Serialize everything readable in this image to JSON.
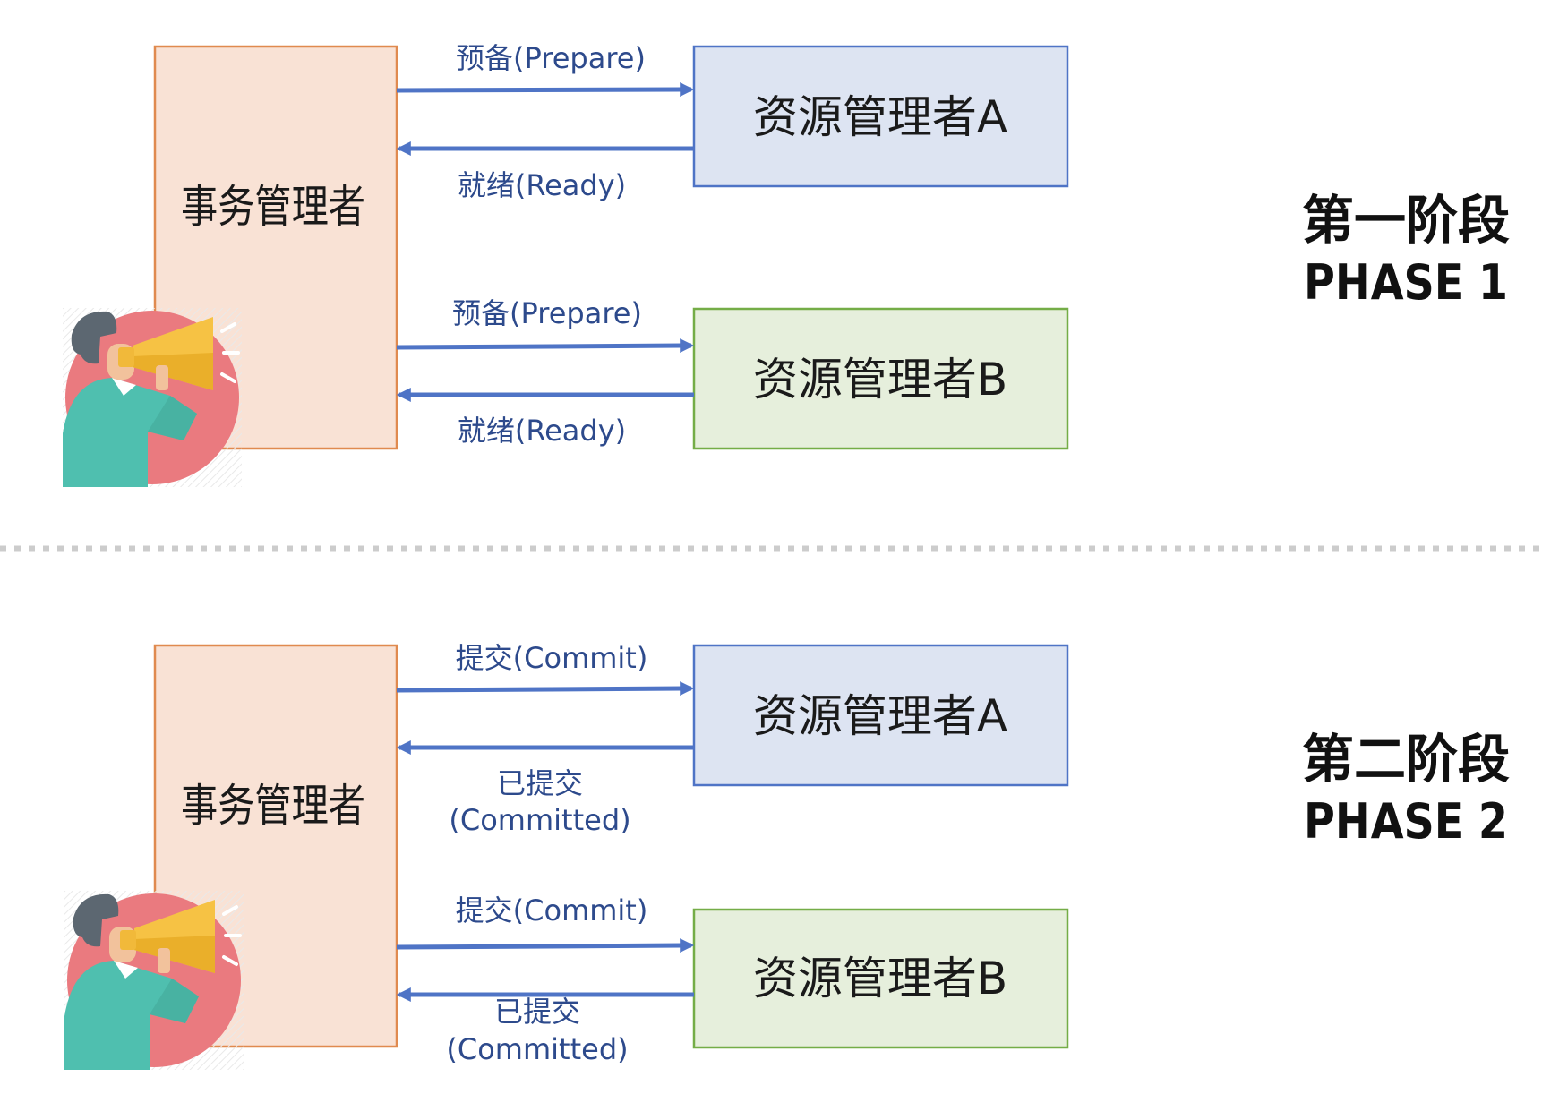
{
  "colors": {
    "tm_fill": "#f9e2d5",
    "tm_stroke": "#e08a4f",
    "rm_a_fill": "#dde4f2",
    "rm_a_stroke": "#4f74c6",
    "rm_b_fill": "#e6efdc",
    "rm_b_stroke": "#74ad47",
    "arrow": "#4f74c6",
    "arrow_label": "#2d4a8c",
    "box_text": "#1a1a1a",
    "phase_text": "#111111",
    "divider": "#cccccc"
  },
  "phase1": {
    "transaction_manager": "事务管理者",
    "rm_a": "资源管理者A",
    "rm_b": "资源管理者B",
    "a_request": "预备(Prepare)",
    "a_response": "就绪(Ready)",
    "b_request": "预备(Prepare)",
    "b_response": "就绪(Ready)",
    "title_cn": "第一阶段",
    "title_en": "PHASE 1"
  },
  "phase2": {
    "transaction_manager": "事务管理者",
    "rm_a": "资源管理者A",
    "rm_b": "资源管理者B",
    "a_request": "提交(Commit)",
    "a_response_line1": "已提交",
    "a_response_line2": "(Committed)",
    "b_request": "提交(Commit)",
    "b_response_line1": "已提交",
    "b_response_line2": "(Committed)",
    "title_cn": "第二阶段",
    "title_en": "PHASE 2"
  },
  "icons": [
    "megaphone-person-icon"
  ]
}
